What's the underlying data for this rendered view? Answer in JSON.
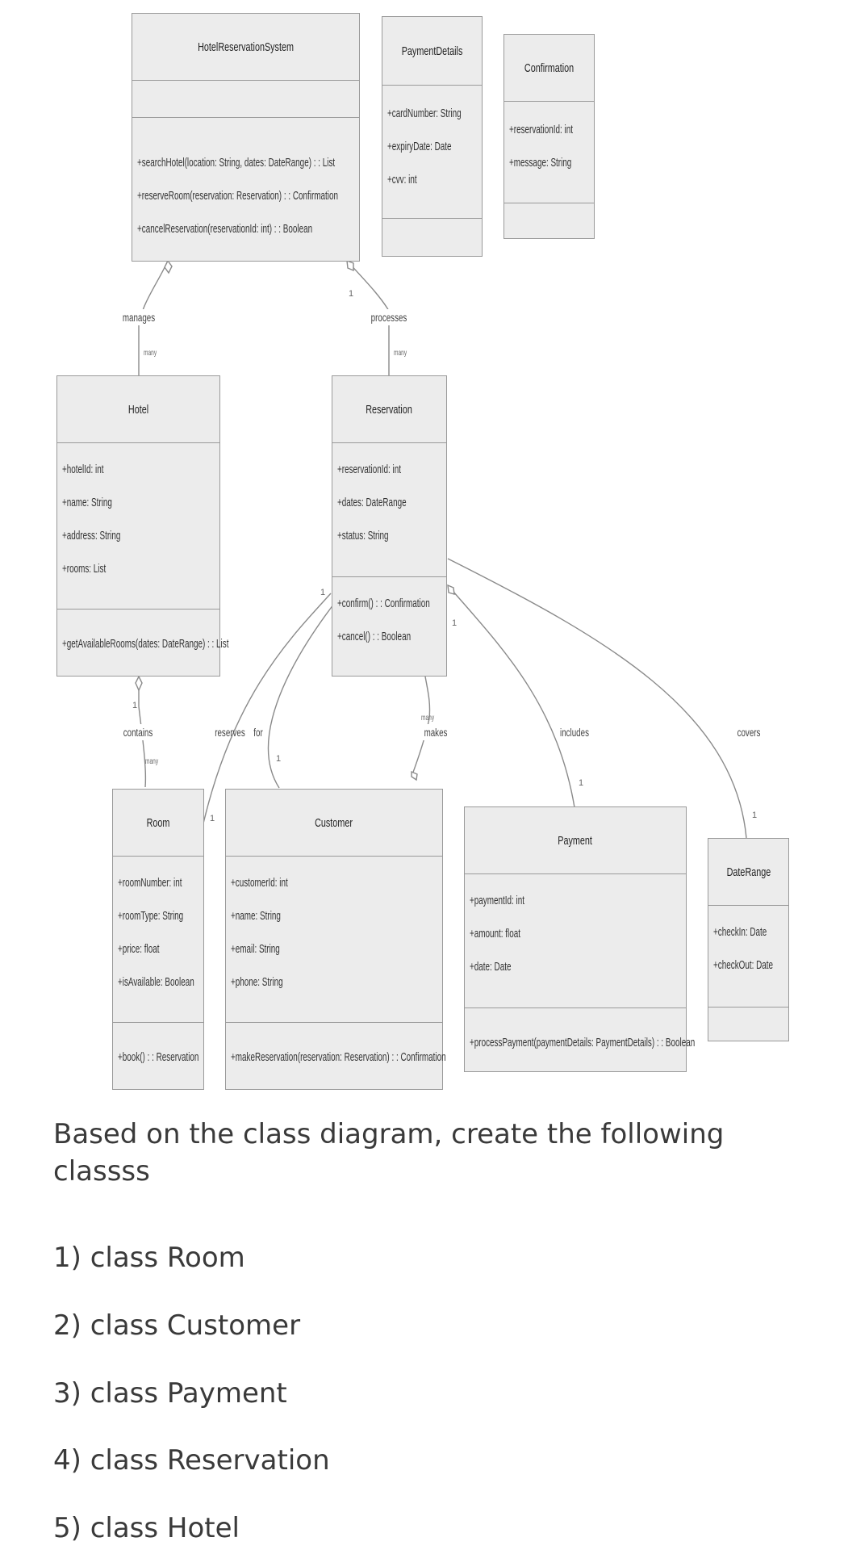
{
  "classes": {
    "hotel_reservation_system": {
      "name": "HotelReservationSystem",
      "attributes": [],
      "methods": [
        "+searchHotel(location: String, dates: DateRange) : : List",
        "+reserveRoom(reservation: Reservation) : : Confirmation",
        "+cancelReservation(reservationId: int) : : Boolean"
      ]
    },
    "payment_details": {
      "name": "PaymentDetails",
      "attributes": [
        "+cardNumber: String",
        "+expiryDate: Date",
        "+cvv: int"
      ],
      "methods": []
    },
    "confirmation": {
      "name": "Confirmation",
      "attributes": [
        "+reservationId: int",
        "+message: String"
      ],
      "methods": []
    },
    "hotel": {
      "name": "Hotel",
      "attributes": [
        "+hotelId: int",
        "+name: String",
        "+address: String",
        "+rooms: List"
      ],
      "methods": [
        "+getAvailableRooms(dates: DateRange) : : List"
      ]
    },
    "reservation": {
      "name": "Reservation",
      "attributes": [
        "+reservationId: int",
        "+dates: DateRange",
        "+status: String"
      ],
      "methods": [
        "+confirm() : : Confirmation",
        "+cancel() : : Boolean"
      ]
    },
    "room": {
      "name": "Room",
      "attributes": [
        "+roomNumber: int",
        "+roomType: String",
        "+price: float",
        "+isAvailable: Boolean"
      ],
      "methods": [
        "+book() : : Reservation"
      ]
    },
    "customer": {
      "name": "Customer",
      "attributes": [
        "+customerId: int",
        "+name: String",
        "+email: String",
        "+phone: String"
      ],
      "methods": [
        "+makeReservation(reservation: Reservation) : : Confirmation"
      ]
    },
    "payment": {
      "name": "Payment",
      "attributes": [
        "+paymentId: int",
        "+amount: float",
        "+date: Date"
      ],
      "methods": [
        "+processPayment(paymentDetails: PaymentDetails) : : Boolean"
      ]
    },
    "date_range": {
      "name": "DateRange",
      "attributes": [
        "+checkIn: Date",
        "+checkOut: Date"
      ],
      "methods": []
    }
  },
  "relations": {
    "manages": {
      "label": "manages",
      "multiplicity": "many"
    },
    "processes": {
      "label": "processes",
      "mult_source": "1",
      "multiplicity": "many"
    },
    "contains": {
      "label": "contains",
      "mult_source": "1",
      "multiplicity": "many"
    },
    "reserves": {
      "label": "reserves",
      "mult_room": "1",
      "mult_reservation": "1"
    },
    "for": {
      "label": "for",
      "multiplicity": "1"
    },
    "makes": {
      "label": "makes",
      "multiplicity": "many"
    },
    "includes": {
      "label": "includes",
      "mult_source": "1",
      "multiplicity": "1"
    },
    "covers": {
      "label": "covers",
      "multiplicity": "1"
    }
  },
  "prompt": {
    "intro": "Based on the class diagram, create the following classss",
    "items": [
      "1) class Room",
      "2) class Customer",
      "3) class Payment",
      "4) class Reservation",
      "5) class Hotel"
    ]
  }
}
